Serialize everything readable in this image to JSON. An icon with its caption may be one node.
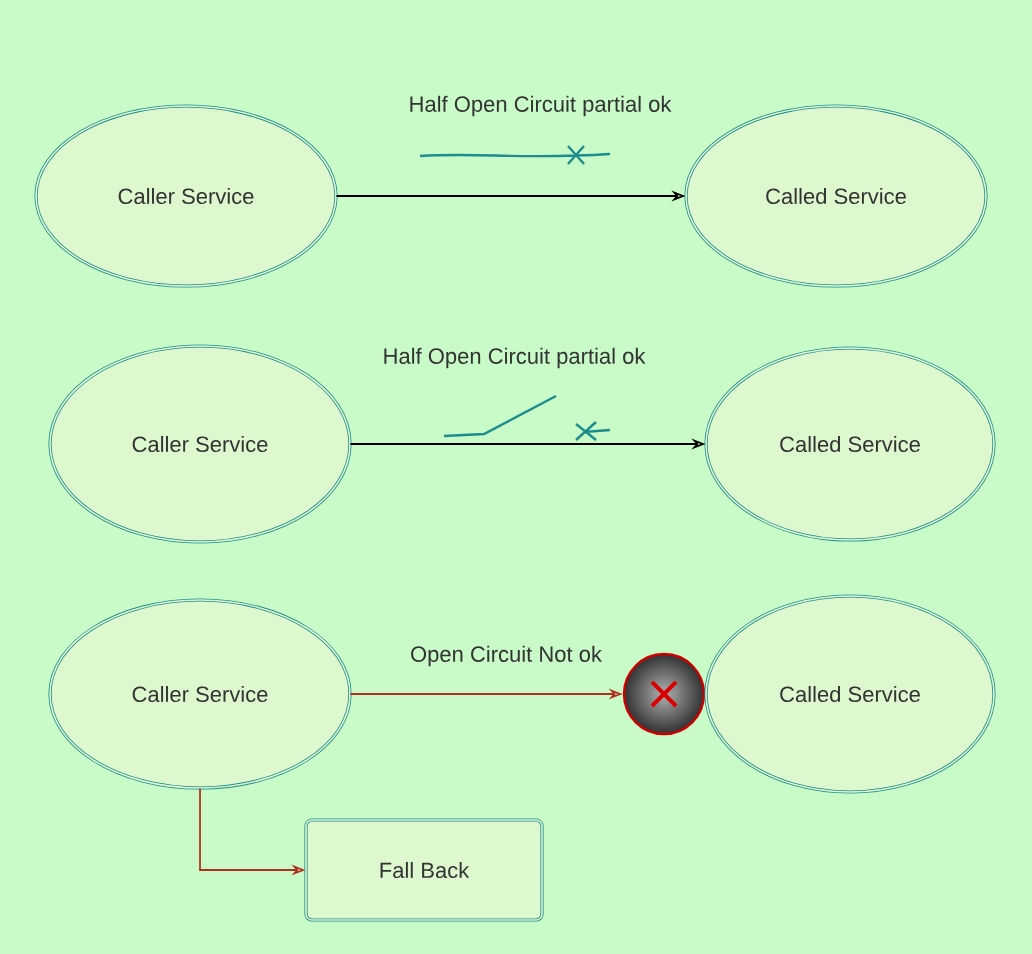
{
  "diagram": {
    "nodes": [
      {
        "text": [
          "Caller Service"
        ]
      },
      {
        "text": [
          "Called Service"
        ]
      },
      {
        "text": [
          "Caller Service"
        ]
      },
      {
        "text": [
          "Called Service"
        ]
      },
      {
        "text": [
          "Caller Service"
        ]
      },
      {
        "text": [],
        "shape": "circle"
      },
      {
        "text": [
          "Called Service"
        ]
      },
      {
        "text": [
          "Fall Back"
        ]
      }
    ],
    "edges": [
      {
        "from": 0,
        "to": 1,
        "arrow": "to",
        "label": "Half Open Circuit partial ok"
      },
      {
        "from": 2,
        "to": 3,
        "arrow": "to",
        "label": "Half Open Circuit partial ok"
      },
      {
        "from": 4,
        "to": 5,
        "arrow": "to",
        "label": "Open Circuit Not ok",
        "color": "#b03020"
      },
      {
        "from": 4,
        "to": 7,
        "arrow": "to",
        "color": "#b03020"
      }
    ]
  }
}
